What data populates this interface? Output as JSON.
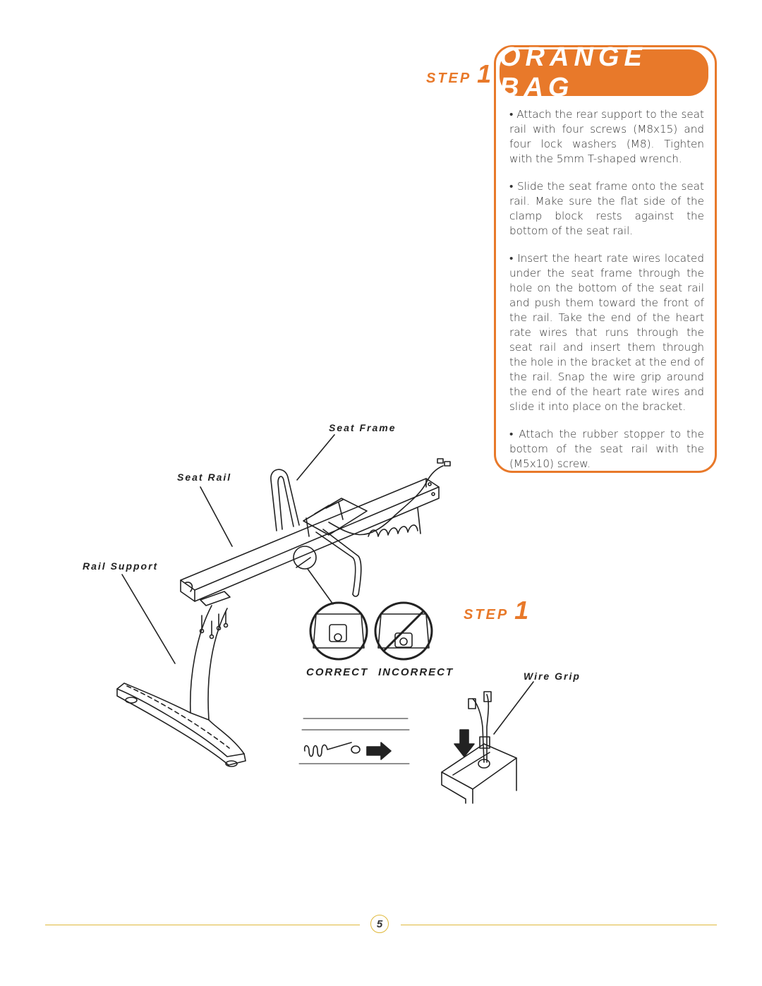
{
  "header": {
    "step_word": "STEP",
    "step_number": "1",
    "title": "ORANGE BAG"
  },
  "instructions": [
    "Attach the rear support to the seat rail with four screws (M8x15) and four lock washers (M8). Tighten with the 5mm T-shaped wrench.",
    "Slide the seat frame onto the seat rail. Make sure the flat side of the clamp block rests against the bottom of the seat rail.",
    "Insert the heart rate wires located under the seat frame through the hole on the bottom of the seat rail and push them toward the front of the rail. Take the end of the heart rate wires that runs through the seat rail and insert them through the hole in the bracket at the end of the rail. Snap the wire grip around the end of the heart rate wires and slide it into place on the bracket.",
    "Attach the rubber stopper to the bottom of the seat rail with the (M5x10) screw."
  ],
  "labels": {
    "seat_frame": "Seat Frame",
    "seat_rail": "Seat Rail",
    "rail_support": "Rail Support",
    "correct": "CORRECT",
    "incorrect": "INCORRECT",
    "wire_grip": "Wire Grip"
  },
  "mid_step": {
    "step_word": "STEP",
    "step_number": "1"
  },
  "footer": {
    "page_number": "5"
  },
  "colors": {
    "accent": "#e8792a",
    "footer_rule": "#e0b93c"
  }
}
